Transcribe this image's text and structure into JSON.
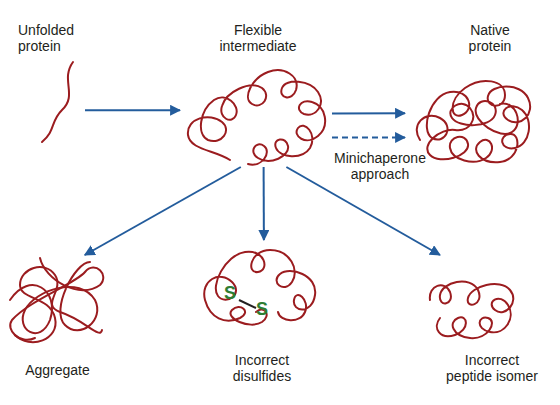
{
  "diagram": {
    "nodes": [
      {
        "text": [
          "Unfolded protein"
        ]
      },
      {
        "text": [
          "Flexible intermediate"
        ]
      },
      {
        "text": [
          "Native protein"
        ]
      },
      {
        "text": [
          "Aggregate"
        ]
      },
      {
        "text": [
          "Incorrect disulfides"
        ]
      },
      {
        "text": [
          "Incorrect peptide isomer"
        ]
      }
    ],
    "edges": [
      {
        "from": 0,
        "to": 1,
        "arrow": "to"
      },
      {
        "from": 1,
        "to": 2,
        "arrow": "to"
      },
      {
        "from": 1,
        "to": 2,
        "label": "Minichaperone approach",
        "arrow": "to"
      },
      {
        "from": 1,
        "to": 3,
        "arrow": "to"
      },
      {
        "from": 1,
        "to": 4,
        "arrow": "to"
      },
      {
        "from": 1,
        "to": 5,
        "arrow": "to"
      }
    ],
    "labels": [
      "S",
      "S"
    ]
  }
}
